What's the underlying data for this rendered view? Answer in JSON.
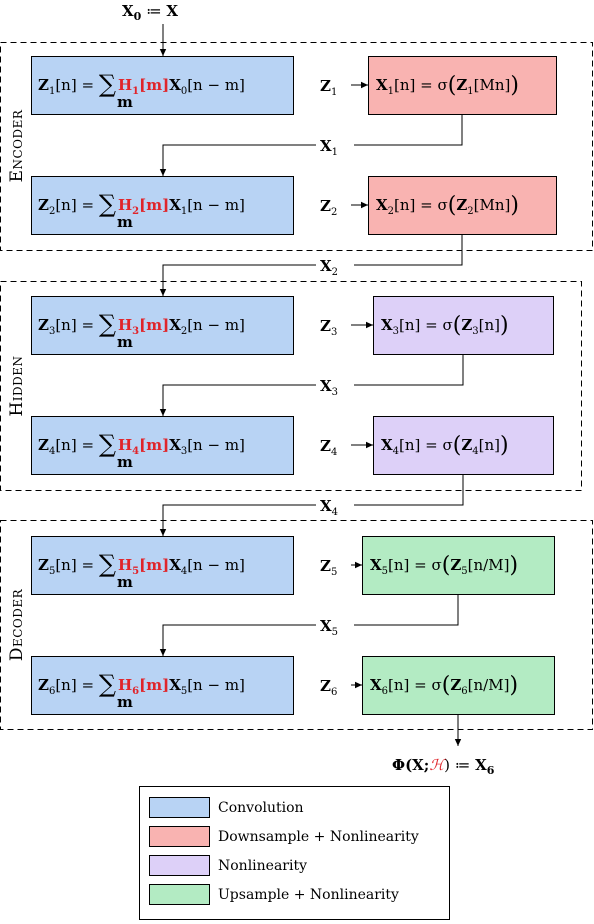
{
  "input": {
    "lhs": "X",
    "lhs_sub": "0",
    "op": " ≔ ",
    "rhs": "X"
  },
  "groups": [
    {
      "label_initial": "E",
      "label_rest": "NCODER"
    },
    {
      "label_initial": "H",
      "label_rest": "IDDEN"
    },
    {
      "label_initial": "D",
      "label_rest": "ECODER"
    }
  ],
  "layers": [
    {
      "conv": {
        "z": "Z",
        "idx": "1",
        "n": "[n] = ",
        "sum": "∑",
        "m": "m",
        "h": "H",
        "hidx": "1",
        "hm": "[m]",
        "x": "X",
        "xidx": "0",
        "tail": "[n − m]"
      },
      "z_label": {
        "v": "Z",
        "s": "1"
      },
      "act": {
        "x": "X",
        "s": "1",
        "mid": "[n] = σ",
        "lp": "(",
        "z": "Z",
        "zs": "1",
        "arg": "[Mn]",
        "rp": ")"
      },
      "x_label": {
        "v": "X",
        "s": "1"
      }
    },
    {
      "conv": {
        "z": "Z",
        "idx": "2",
        "n": "[n] = ",
        "sum": "∑",
        "m": "m",
        "h": "H",
        "hidx": "2",
        "hm": "[m]",
        "x": "X",
        "xidx": "1",
        "tail": "[n − m]"
      },
      "z_label": {
        "v": "Z",
        "s": "2"
      },
      "act": {
        "x": "X",
        "s": "2",
        "mid": "[n] = σ",
        "lp": "(",
        "z": "Z",
        "zs": "2",
        "arg": "[Mn]",
        "rp": ")"
      },
      "x_label": {
        "v": "X",
        "s": "2"
      }
    },
    {
      "conv": {
        "z": "Z",
        "idx": "3",
        "n": "[n] = ",
        "sum": "∑",
        "m": "m",
        "h": "H",
        "hidx": "3",
        "hm": "[m]",
        "x": "X",
        "xidx": "2",
        "tail": "[n − m]"
      },
      "z_label": {
        "v": "Z",
        "s": "3"
      },
      "act": {
        "x": "X",
        "s": "3",
        "mid": "[n] = σ",
        "lp": "(",
        "z": "Z",
        "zs": "3",
        "arg": "[n]",
        "rp": ")"
      },
      "x_label": {
        "v": "X",
        "s": "3"
      }
    },
    {
      "conv": {
        "z": "Z",
        "idx": "4",
        "n": "[n] = ",
        "sum": "∑",
        "m": "m",
        "h": "H",
        "hidx": "4",
        "hm": "[m]",
        "x": "X",
        "xidx": "3",
        "tail": "[n − m]"
      },
      "z_label": {
        "v": "Z",
        "s": "4"
      },
      "act": {
        "x": "X",
        "s": "4",
        "mid": "[n] = σ",
        "lp": "(",
        "z": "Z",
        "zs": "4",
        "arg": "[n]",
        "rp": ")"
      },
      "x_label": {
        "v": "X",
        "s": "4"
      }
    },
    {
      "conv": {
        "z": "Z",
        "idx": "5",
        "n": "[n] = ",
        "sum": "∑",
        "m": "m",
        "h": "H",
        "hidx": "5",
        "hm": "[m]",
        "x": "X",
        "xidx": "4",
        "tail": "[n − m]"
      },
      "z_label": {
        "v": "Z",
        "s": "5"
      },
      "act": {
        "x": "X",
        "s": "5",
        "mid": "[n] = σ",
        "lp": "(",
        "z": "Z",
        "zs": "5",
        "arg": "[n/M]",
        "rp": ")"
      },
      "x_label": {
        "v": "X",
        "s": "5"
      }
    },
    {
      "conv": {
        "z": "Z",
        "idx": "6",
        "n": "[n] = ",
        "sum": "∑",
        "m": "m",
        "h": "H",
        "hidx": "6",
        "hm": "[m]",
        "x": "X",
        "xidx": "5",
        "tail": "[n − m]"
      },
      "z_label": {
        "v": "Z",
        "s": "6"
      },
      "act": {
        "x": "X",
        "s": "6",
        "mid": "[n] = σ",
        "lp": "(",
        "z": "Z",
        "zs": "6",
        "arg": "[n/M]",
        "rp": ")"
      },
      "x_label": null
    }
  ],
  "output": {
    "phi": "Φ(X;",
    "cal": "ℋ",
    "close": ") ≔ ",
    "x": "X",
    "s": "6"
  },
  "legend": [
    {
      "label": "Convolution",
      "color": "#b8d3f4"
    },
    {
      "label": "Downsample + Nonlinearity",
      "color": "#f9b3b1"
    },
    {
      "label": "Nonlinearity",
      "color": "#ddd0f8"
    },
    {
      "label": "Upsample + Nonlinearity",
      "color": "#b3ebc3"
    }
  ],
  "colors": {
    "conv": "#b8d3f4",
    "down": "#f9b3b1",
    "nonlin": "#ddd0f8",
    "up": "#b3ebc3",
    "stroke": "#000000",
    "accent": "#e0242a"
  }
}
